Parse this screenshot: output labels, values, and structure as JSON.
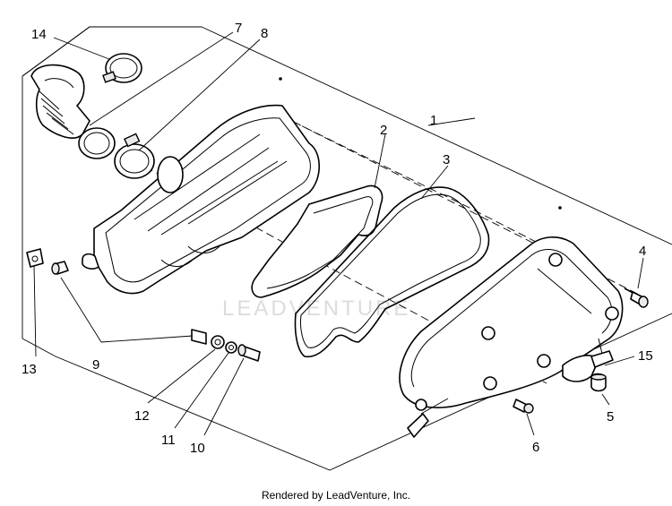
{
  "callouts": {
    "c1": "1",
    "c2": "2",
    "c3": "3",
    "c4": "4",
    "c5": "5",
    "c6": "6",
    "c7": "7",
    "c8": "8",
    "c9": "9",
    "c10": "10",
    "c11": "11",
    "c12": "12",
    "c13": "13",
    "c14": "14",
    "c15": "15"
  },
  "watermark": "LEADVENTURE",
  "footer": "Rendered by LeadVenture, Inc."
}
